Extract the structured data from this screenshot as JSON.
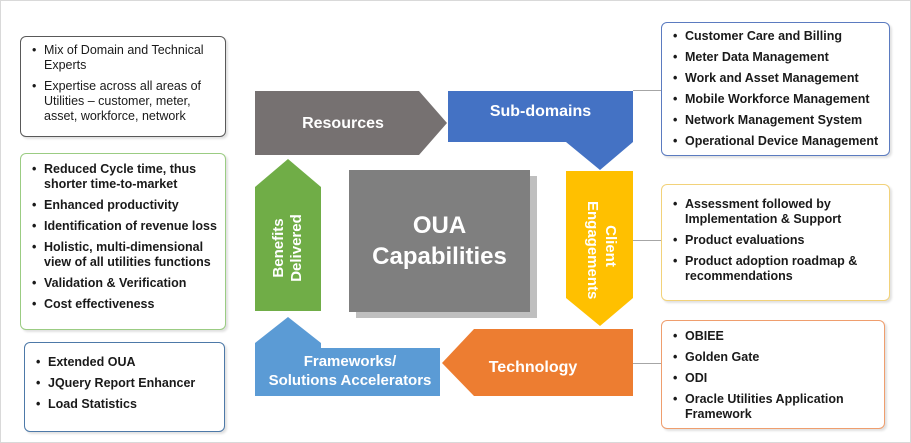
{
  "center": {
    "line1": "OUA",
    "line2": "Capabilities"
  },
  "arrows": {
    "resources": "Resources",
    "subdomains": "Sub-domains",
    "client_engagements": [
      "Client",
      "Engagements"
    ],
    "technology": "Technology",
    "frameworks": [
      "Frameworks/",
      "Solutions Accelerators"
    ],
    "benefits": [
      "Benefits",
      "Delivered"
    ]
  },
  "boxes": {
    "resources": [
      "Mix of Domain and Technical Experts",
      "Expertise across all areas of Utilities – customer, meter, asset, workforce, network"
    ],
    "subdomains": [
      "Customer Care and Billing",
      "Meter Data Management",
      "Work and Asset Management",
      "Mobile Workforce Management",
      "Network Management System",
      "Operational Device Management"
    ],
    "benefits": [
      "Reduced Cycle time, thus shorter time-to-market",
      "Enhanced productivity",
      "Identification  of revenue loss",
      "Holistic, multi-dimensional view of all utilities functions",
      "Validation & Verification",
      "Cost effectiveness"
    ],
    "client_engagements": [
      "Assessment followed by Implementation & Support",
      "Product evaluations",
      "Product adoption roadmap & recommendations"
    ],
    "frameworks": [
      "Extended OUA",
      "JQuery Report Enhancer",
      "Load Statistics"
    ],
    "technology": [
      "OBIEE",
      "Golden Gate",
      "ODI",
      "Oracle Utilities Application Framework"
    ]
  },
  "colors": {
    "resources": "#767171",
    "subdomains": "#4472c4",
    "client": "#ffc000",
    "technology": "#ed7d31",
    "frameworks": "#5b9bd5",
    "benefits": "#70ad47",
    "center": "#7f7f7f"
  }
}
